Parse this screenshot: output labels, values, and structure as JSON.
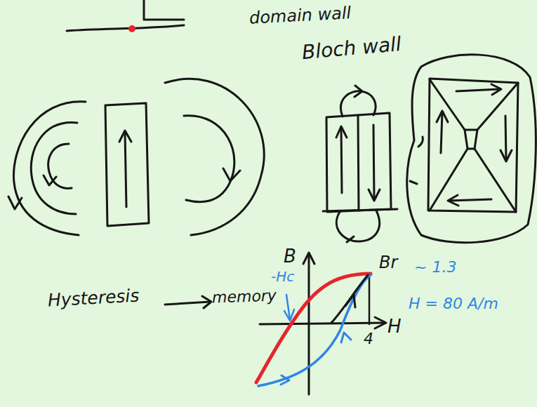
{
  "diagram": {
    "labels": [
      "domain wall",
      "Bloch wall",
      "Hysteresis",
      "memory",
      "B",
      "Br",
      "~ 1.3",
      "H = 80 A/m",
      "-Hc",
      "H",
      "4"
    ]
  }
}
